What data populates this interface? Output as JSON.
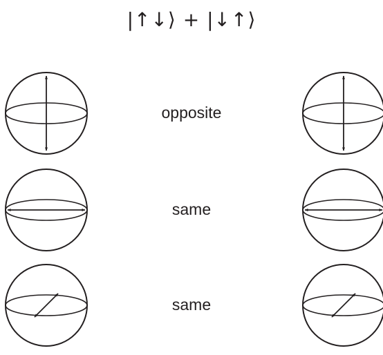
{
  "formula": "|↑↓⟩ + |↓↑⟩",
  "rows": [
    {
      "label": "opposite",
      "orientation": "vertical"
    },
    {
      "label": "same",
      "orientation": "horizontal"
    },
    {
      "label": "same",
      "orientation": "diagonal"
    }
  ],
  "colors": {
    "stroke": "#231f20",
    "background": "#ffffff"
  }
}
